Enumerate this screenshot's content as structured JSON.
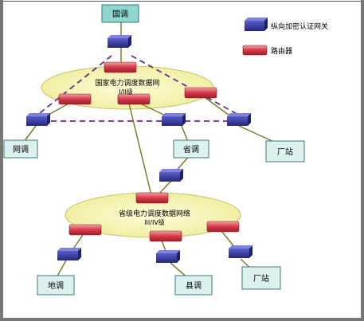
{
  "legend": {
    "encryption_gateway": "纵向加密认证网关",
    "router": "路由器"
  },
  "networks": {
    "national": {
      "title": "国家电力调度数据网",
      "level": "I/II级"
    },
    "provincial": {
      "title": "省级电力调度数据网络",
      "level": "III/IV级"
    }
  },
  "nodes": {
    "guodiao": "国调",
    "wangdiao": "网调",
    "shengdiao": "省调",
    "changzhan_top": "厂站",
    "didiao": "地调",
    "xiandiao": "县调",
    "changzhan_bottom": "厂站"
  },
  "colors": {
    "node_box": "#8fd6d0",
    "ellipse": "#f8f6b4",
    "gateway": "#3b3fa8",
    "router": "#d84a56",
    "line": "#7c7c2a",
    "dash": "#6a2a8a"
  }
}
